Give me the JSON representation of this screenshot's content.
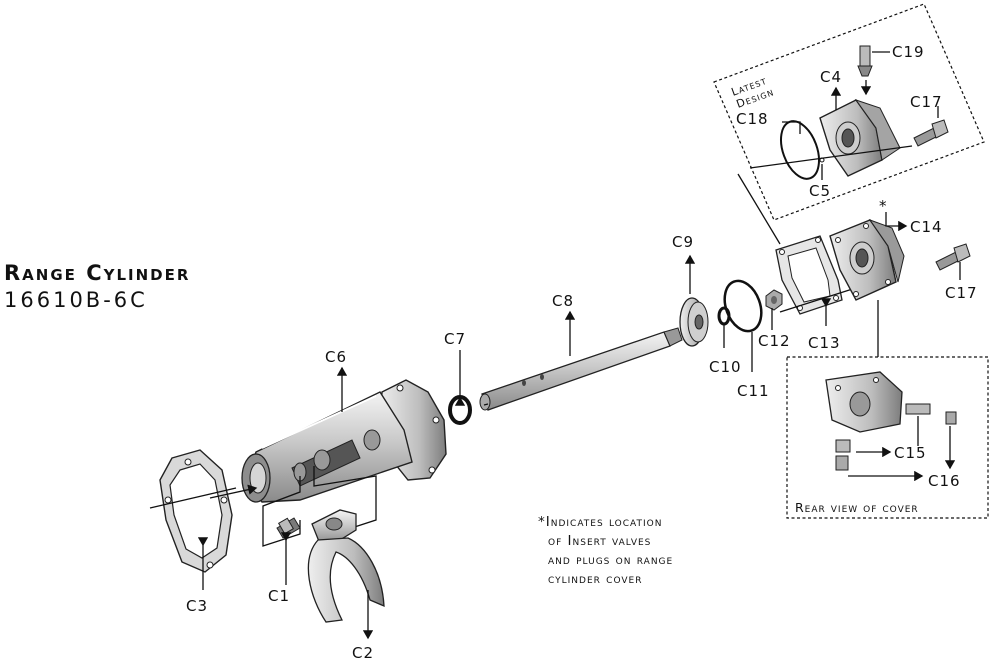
{
  "title": {
    "name": "Range Cylinder",
    "part_number": "16610B-6C"
  },
  "labels": {
    "C1": "C1",
    "C2": "C2",
    "C3": "C3",
    "C4": "C4",
    "C5": "C5",
    "C6": "C6",
    "C7": "C7",
    "C8": "C8",
    "C9": "C9",
    "C10": "C10",
    "C11": "C11",
    "C12": "C12",
    "C13": "C13",
    "C14": "C14",
    "C15": "C15",
    "C16": "C16",
    "C17a": "C17",
    "C17b": "C17",
    "C18": "C18",
    "C19": "C19"
  },
  "latest_design": {
    "line1": "Latest",
    "line2": "Design"
  },
  "rear_view_caption": "Rear view of cover",
  "asterisk": "*",
  "note": {
    "line1": "*Indicates location",
    "line2": "of Insert valves",
    "line3": "and plugs on range",
    "line4": "cylinder cover"
  }
}
